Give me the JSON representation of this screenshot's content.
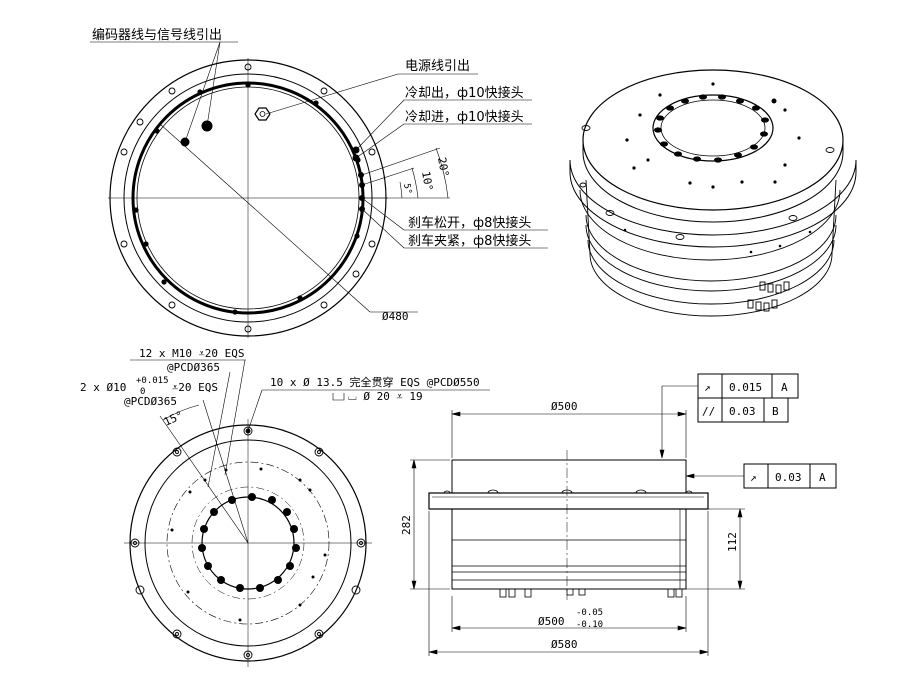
{
  "top_left_view": {
    "labels": {
      "encoder_signal": "编码器线与信号线引出",
      "power_line": "电源线引出",
      "cooling_out": "冷却出，ф10快接头",
      "cooling_in": "冷却进，ф10快接头",
      "brake_release": "刹车松开，ф8快接头",
      "brake_clamp": "刹车夹紧，ф8快接头",
      "angle_20": "20°",
      "angle_10": "10°",
      "angle_5": "5°",
      "diameter": "Ø480"
    }
  },
  "bottom_left_view": {
    "labels": {
      "m10_holes": "12 x M10 ⩡20 EQS",
      "pcd_365_a": "@PCDØ365",
      "pin_holes_main": "2 x Ø10",
      "pin_tol_upper": "+0.015",
      "pin_tol_lower": "0",
      "pin_depth": "⩡20 EQS",
      "pcd_365_b": "@PCDØ365",
      "through_holes": "10 x Ø 13.5 完全贯穿 EQS @PCDØ550",
      "counterbore": "⌴ Ø 20 ⩡ 19",
      "angle_15": "15°"
    }
  },
  "side_view": {
    "labels": {
      "top_diameter": "Ø500",
      "height": "282",
      "flange_offset": "112",
      "base_diameter": "Ø500",
      "base_tol_upper": "-0.05",
      "base_tol_lower": "-0.10",
      "flange_diameter": "Ø580"
    },
    "tolerances": [
      {
        "symbol": "↗",
        "value": "0.015",
        "datum": "A"
      },
      {
        "symbol": "//",
        "value": "0.03",
        "datum": "B"
      },
      {
        "symbol": "↗",
        "value": "0.03",
        "datum": "A"
      }
    ]
  }
}
